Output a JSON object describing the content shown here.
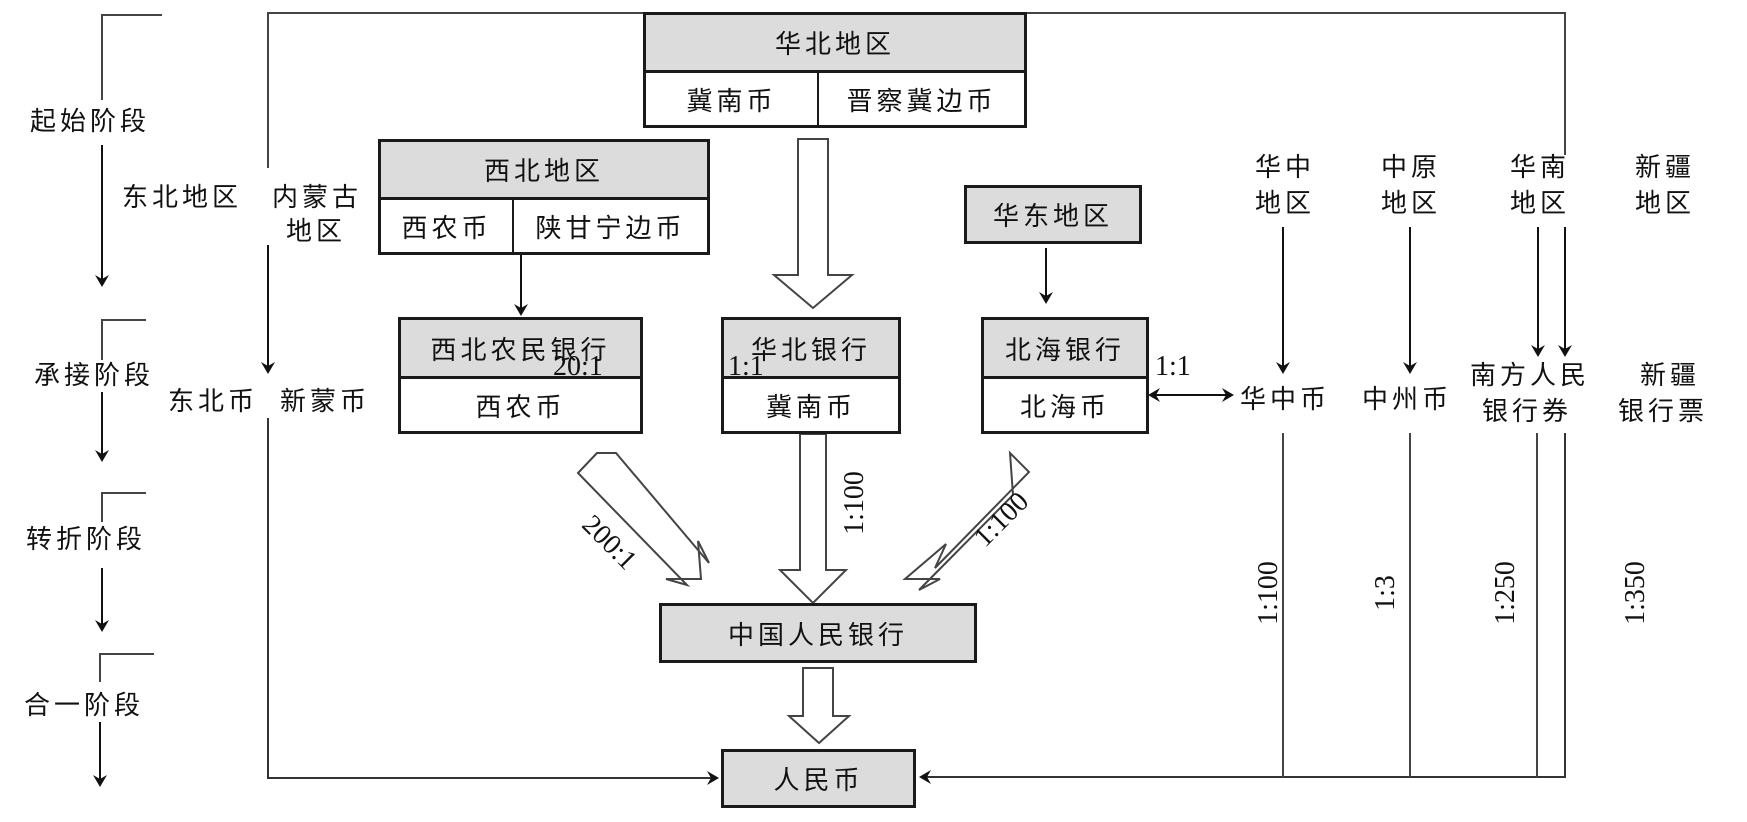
{
  "stages": [
    "起始阶段",
    "承接阶段",
    "转折阶段",
    "合一阶段"
  ],
  "regions_left": {
    "northeast": "东北地区",
    "inner_mongolia_line1": "内蒙古",
    "inner_mongolia_line2": "地区"
  },
  "currencies_left": {
    "northeast": "东北币",
    "inner_mongolia": "新蒙币"
  },
  "north_china": {
    "title": "华北地区",
    "currencies": [
      "冀南币",
      "晋察冀边币"
    ]
  },
  "northwest": {
    "title": "西北地区",
    "currencies": [
      "西农币",
      "陕甘宁边币"
    ]
  },
  "east_china": {
    "title": "华东地区"
  },
  "banks": [
    {
      "name": "西北农民银行",
      "currency": "西农币"
    },
    {
      "name": "华北银行",
      "currency": "冀南币"
    },
    {
      "name": "北海银行",
      "currency": "北海币"
    }
  ],
  "exchange_rates": {
    "xinong_jinan": "20:1",
    "jinan_beihai": "1:1",
    "beihai_huazhong": "1:1",
    "xinong_to_pboc": "200:1",
    "jinan_to_pboc": "1:100",
    "beihai_to_pboc": "1:100"
  },
  "regions_right": [
    {
      "line1": "华中",
      "line2": "地区",
      "currency_line1": "华中币",
      "currency_line2": "",
      "rate": "1:100"
    },
    {
      "line1": "中原",
      "line2": "地区",
      "currency_line1": "中州币",
      "currency_line2": "",
      "rate": "1:3"
    },
    {
      "line1": "华南",
      "line2": "地区",
      "currency_line1": "南方人民",
      "currency_line2": "银行券",
      "rate": "1:250"
    },
    {
      "line1": "新疆",
      "line2": "地区",
      "currency_line1": "新疆",
      "currency_line2": "银行票",
      "rate": "1:350"
    }
  ],
  "pboc": "中国人民银行",
  "rmb": "人民币"
}
